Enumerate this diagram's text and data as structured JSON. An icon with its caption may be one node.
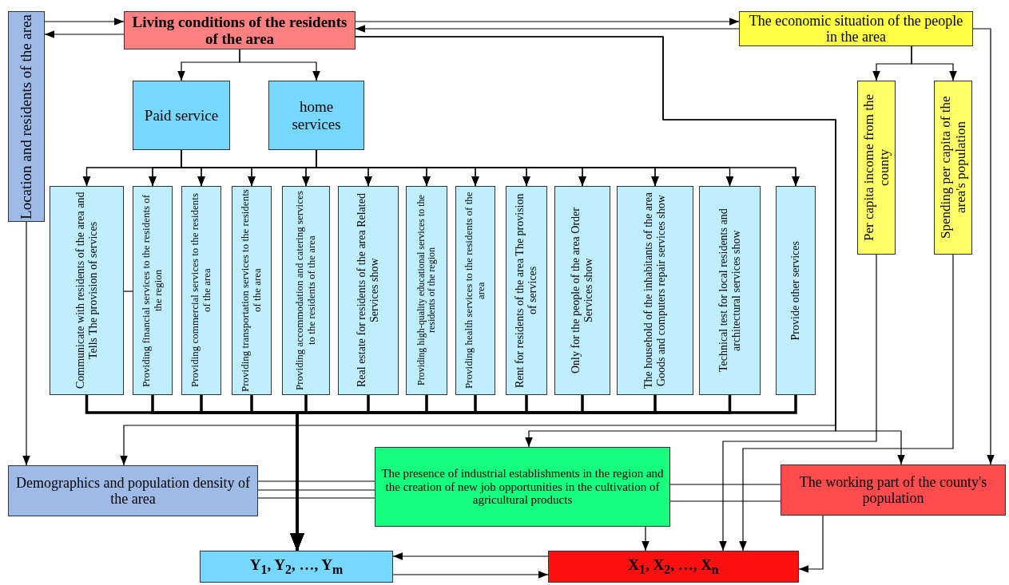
{
  "diagram": {
    "nodes": [
      {
        "text": [
          "Location and residents of the area"
        ]
      },
      {
        "text": [
          "Living conditions of the residents of the area"
        ]
      },
      {
        "text": [
          "The economic situation of the people in the area"
        ]
      },
      {
        "text": [
          "Paid service"
        ]
      },
      {
        "text": [
          "home services"
        ]
      },
      {
        "text": [
          "Communicate with residents of the area and Tells The provision of services"
        ]
      },
      {
        "text": [
          "Providing financial services to the residents of the region"
        ]
      },
      {
        "text": [
          "Providing commercial services to the residents of the area"
        ]
      },
      {
        "text": [
          "Providing transportation services to the residents of the area"
        ]
      },
      {
        "text": [
          "Providing accommodation and catering services to the residents of the area"
        ]
      },
      {
        "text": [
          "Real estate for residents of the area Related Services show"
        ]
      },
      {
        "text": [
          "Providing high-quality educational services to the residents of the region"
        ]
      },
      {
        "text": [
          "Providing health services to the residents of the area"
        ]
      },
      {
        "text": [
          "Rent for residents of the area The provision of services"
        ]
      },
      {
        "text": [
          "Only for the people of the area Order Services show"
        ]
      },
      {
        "text": [
          "The household of the inhabitants of the area Goods and computers repair services show"
        ]
      },
      {
        "text": [
          "Technical test for local residents and architectural services show"
        ]
      },
      {
        "text": [
          "Provide other services"
        ]
      },
      {
        "text": [
          "Per capita income from the county"
        ]
      },
      {
        "text": [
          "Spending per capita of the area's population"
        ]
      },
      {
        "text": [
          "Demographics and population density of the area"
        ]
      },
      {
        "text": [
          "The presence of industrial establishments in the region and the creation of new job opportunities in the cultivation of agricultural products"
        ]
      },
      {
        "text": [
          "The working part of the county's population"
        ]
      },
      {
        "text": [
          "Y$_{1}$, Y$_{2}$, …, Y$_{m}$"
        ]
      },
      {
        "text": [
          "X$_{1}$, X$_{2}$, …, X$_{n}$"
        ]
      }
    ],
    "edges": [
      {
        "from": 0,
        "to": 1,
        "arrow": "to"
      },
      {
        "from": 1,
        "to": 0,
        "arrow": "to"
      },
      {
        "from": 1,
        "to": 2,
        "arrow": "to"
      },
      {
        "from": 2,
        "to": 1,
        "arrow": "to"
      },
      {
        "from": 1,
        "to": 3,
        "arrow": "to"
      },
      {
        "from": 1,
        "to": 4,
        "arrow": "to"
      },
      {
        "from": 3,
        "to": 5,
        "arrow": "to"
      },
      {
        "from": 3,
        "to": 6,
        "arrow": "to"
      },
      {
        "from": 3,
        "to": 7,
        "arrow": "to"
      },
      {
        "from": 3,
        "to": 8,
        "arrow": "to"
      },
      {
        "from": 3,
        "to": 9,
        "arrow": "to"
      },
      {
        "from": 3,
        "to": 10,
        "arrow": "to"
      },
      {
        "from": 3,
        "to": 11,
        "arrow": "to"
      },
      {
        "from": 3,
        "to": 12,
        "arrow": "to"
      },
      {
        "from": 3,
        "to": 13,
        "arrow": "to"
      },
      {
        "from": 3,
        "to": 14,
        "arrow": "to"
      },
      {
        "from": 3,
        "to": 15,
        "arrow": "to"
      },
      {
        "from": 3,
        "to": 16,
        "arrow": "to"
      },
      {
        "from": 3,
        "to": 17,
        "arrow": "to"
      },
      {
        "from": 4,
        "to": 5,
        "arrow": "to"
      },
      {
        "from": 4,
        "to": 6,
        "arrow": "to"
      },
      {
        "from": 4,
        "to": 7,
        "arrow": "to"
      },
      {
        "from": 4,
        "to": 8,
        "arrow": "to"
      },
      {
        "from": 4,
        "to": 9,
        "arrow": "to"
      },
      {
        "from": 4,
        "to": 10,
        "arrow": "to"
      },
      {
        "from": 4,
        "to": 11,
        "arrow": "to"
      },
      {
        "from": 4,
        "to": 12,
        "arrow": "to"
      },
      {
        "from": 4,
        "to": 13,
        "arrow": "to"
      },
      {
        "from": 4,
        "to": 14,
        "arrow": "to"
      },
      {
        "from": 4,
        "to": 15,
        "arrow": "to"
      },
      {
        "from": 4,
        "to": 16,
        "arrow": "to"
      },
      {
        "from": 4,
        "to": 17,
        "arrow": "to"
      },
      {
        "from": 5,
        "to": 6,
        "arrow": "none"
      },
      {
        "from": 5,
        "to": 23,
        "arrow": "to",
        "style": "thick"
      },
      {
        "from": 6,
        "to": 23,
        "arrow": "to",
        "style": "thick"
      },
      {
        "from": 7,
        "to": 23,
        "arrow": "to",
        "style": "thick"
      },
      {
        "from": 8,
        "to": 23,
        "arrow": "to",
        "style": "thick"
      },
      {
        "from": 9,
        "to": 23,
        "arrow": "to",
        "style": "thick"
      },
      {
        "from": 10,
        "to": 23,
        "arrow": "to",
        "style": "thick"
      },
      {
        "from": 11,
        "to": 23,
        "arrow": "to",
        "style": "thick"
      },
      {
        "from": 12,
        "to": 23,
        "arrow": "to",
        "style": "thick"
      },
      {
        "from": 13,
        "to": 23,
        "arrow": "to",
        "style": "thick"
      },
      {
        "from": 14,
        "to": 23,
        "arrow": "to",
        "style": "thick"
      },
      {
        "from": 15,
        "to": 23,
        "arrow": "to",
        "style": "thick"
      },
      {
        "from": 16,
        "to": 23,
        "arrow": "to",
        "style": "thick"
      },
      {
        "from": 17,
        "to": 23,
        "arrow": "to",
        "style": "thick"
      },
      {
        "from": 2,
        "to": 18,
        "arrow": "to"
      },
      {
        "from": 2,
        "to": 19,
        "arrow": "to"
      },
      {
        "from": 0,
        "to": 20,
        "arrow": "to"
      },
      {
        "from": 1,
        "to": 20,
        "arrow": "to"
      },
      {
        "from": 1,
        "to": 21,
        "arrow": "to"
      },
      {
        "from": 1,
        "to": 22,
        "arrow": "to"
      },
      {
        "from": 2,
        "to": 22,
        "arrow": "to"
      },
      {
        "from": 20,
        "to": 21,
        "arrow": "none"
      },
      {
        "from": 20,
        "to": 21,
        "arrow": "none"
      },
      {
        "from": 20,
        "to": 21,
        "arrow": "none"
      },
      {
        "from": 21,
        "to": 22,
        "arrow": "none"
      },
      {
        "from": 21,
        "to": 22,
        "arrow": "none"
      },
      {
        "from": 18,
        "to": 24,
        "arrow": "to"
      },
      {
        "from": 19,
        "to": 24,
        "arrow": "to"
      },
      {
        "from": 21,
        "to": 24,
        "arrow": "to"
      },
      {
        "from": 22,
        "to": 24,
        "arrow": "to"
      },
      {
        "from": 24,
        "to": 23,
        "arrow": "to"
      },
      {
        "from": 23,
        "to": 24,
        "arrow": "to"
      }
    ]
  }
}
